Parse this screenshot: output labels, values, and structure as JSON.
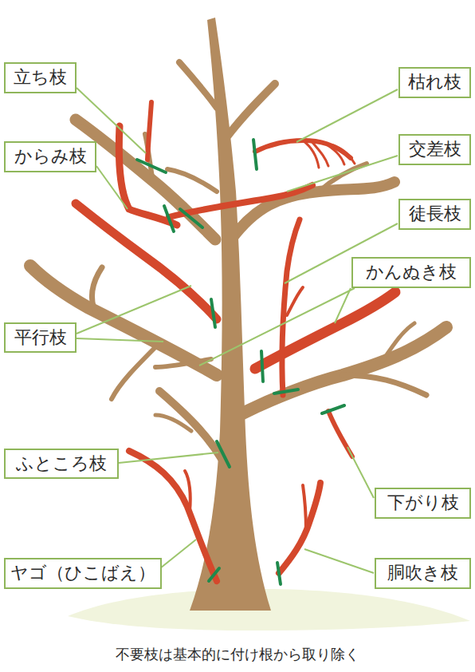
{
  "diagram": {
    "caption": "不要枝は基本的に付け根から取り除く",
    "nodes": [
      {
        "text": [
          "立ち枝"
        ]
      },
      {
        "text": [
          "枯れ枝"
        ]
      },
      {
        "text": [
          "交差枝"
        ]
      },
      {
        "text": [
          "からみ枝"
        ]
      },
      {
        "text": [
          "徒長枝"
        ]
      },
      {
        "text": [
          "かんぬき枝"
        ]
      },
      {
        "text": [
          "平行枝"
        ]
      },
      {
        "text": [
          "ふところ枝"
        ]
      },
      {
        "text": [
          "下がり枝"
        ]
      },
      {
        "text": [
          "ヤゴ（ひこばえ）"
        ]
      },
      {
        "text": [
          "胴吹き枝"
        ]
      }
    ]
  }
}
